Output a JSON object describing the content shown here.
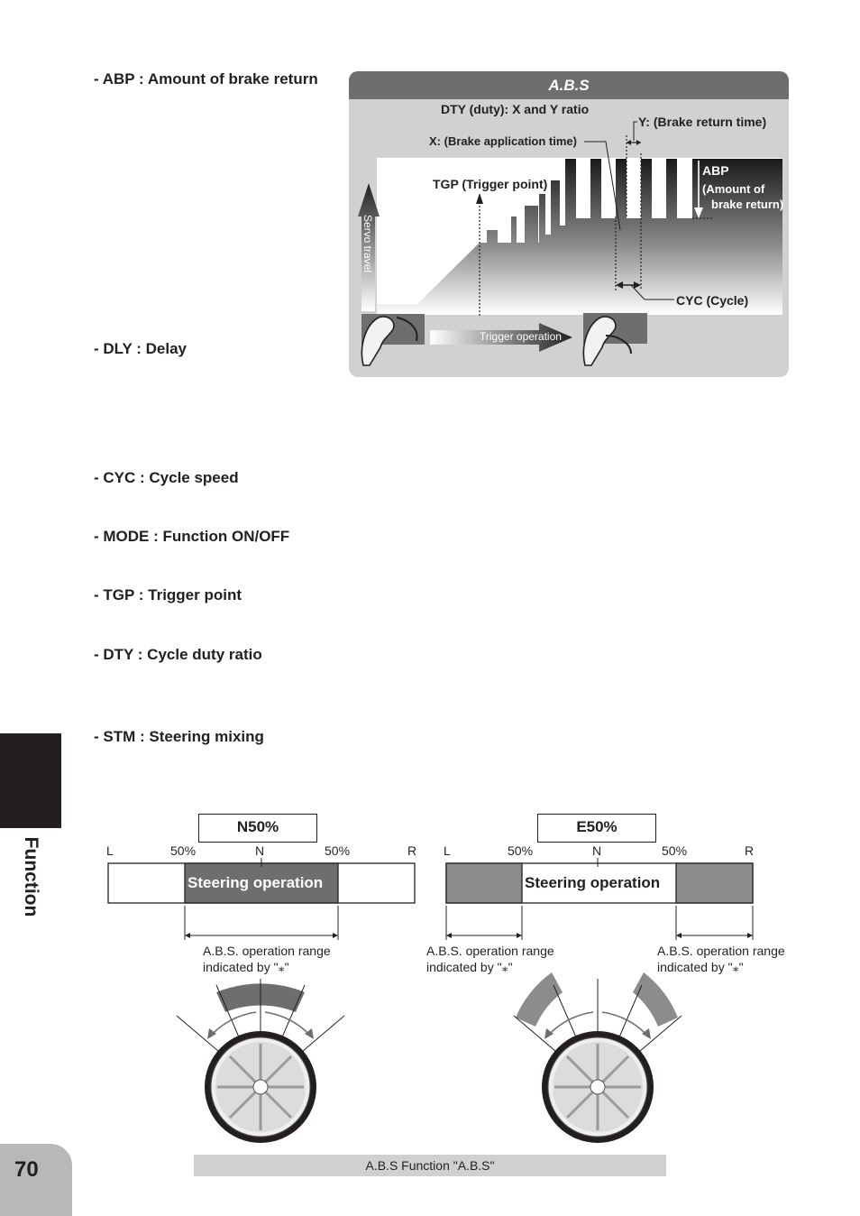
{
  "headings": {
    "abp": "- ABP : Amount of brake return",
    "dly": "- DLY : Delay",
    "cyc": "- CYC : Cycle speed",
    "mode": "- MODE : Function ON/OFF",
    "tgp": "- TGP : Trigger point",
    "dty": "- DTY : Cycle duty ratio",
    "stm": "- STM : Steering mixing"
  },
  "abs_diagram": {
    "title": "A.B.S",
    "dty_label": "DTY (duty): X and Y ratio",
    "y_label": "Y: (Brake return time)",
    "x_label": "X: (Brake application time)",
    "tgp_label": "TGP (Trigger point)",
    "abp_label": "ABP",
    "abp_sub1": "(Amount of",
    "abp_sub2": "brake return)",
    "cyc_label": "CYC (Cycle)",
    "servo_label": "Servo travel",
    "trigger_label": "Trigger operation"
  },
  "steering": {
    "left": {
      "mode": "N50%",
      "scale": [
        "L",
        "50%",
        "N",
        "50%",
        "R"
      ],
      "bar_text": "Steering operation",
      "note1": "A.B.S. operation range",
      "note2": "indicated by \"⁎\""
    },
    "right": {
      "mode": "E50%",
      "scale": [
        "L",
        "50%",
        "N",
        "50%",
        "R"
      ],
      "bar_text": "Steering operation",
      "note_left1": "A.B.S. operation range",
      "note_left2": "indicated by \"⁎\"",
      "note_right1": "A.B.S. operation range",
      "note_right2": "indicated by \"⁎\""
    }
  },
  "sidebar": {
    "section": "Function"
  },
  "footer": {
    "page_number": "70",
    "caption": "A.B.S Function  \"A.B.S\""
  },
  "colors": {
    "dark": "#231f20",
    "panel": "#d1d1d1",
    "header": "#6e6e70",
    "bar_gray": "#6e6e70",
    "range_gray": "#8c8c8e"
  }
}
